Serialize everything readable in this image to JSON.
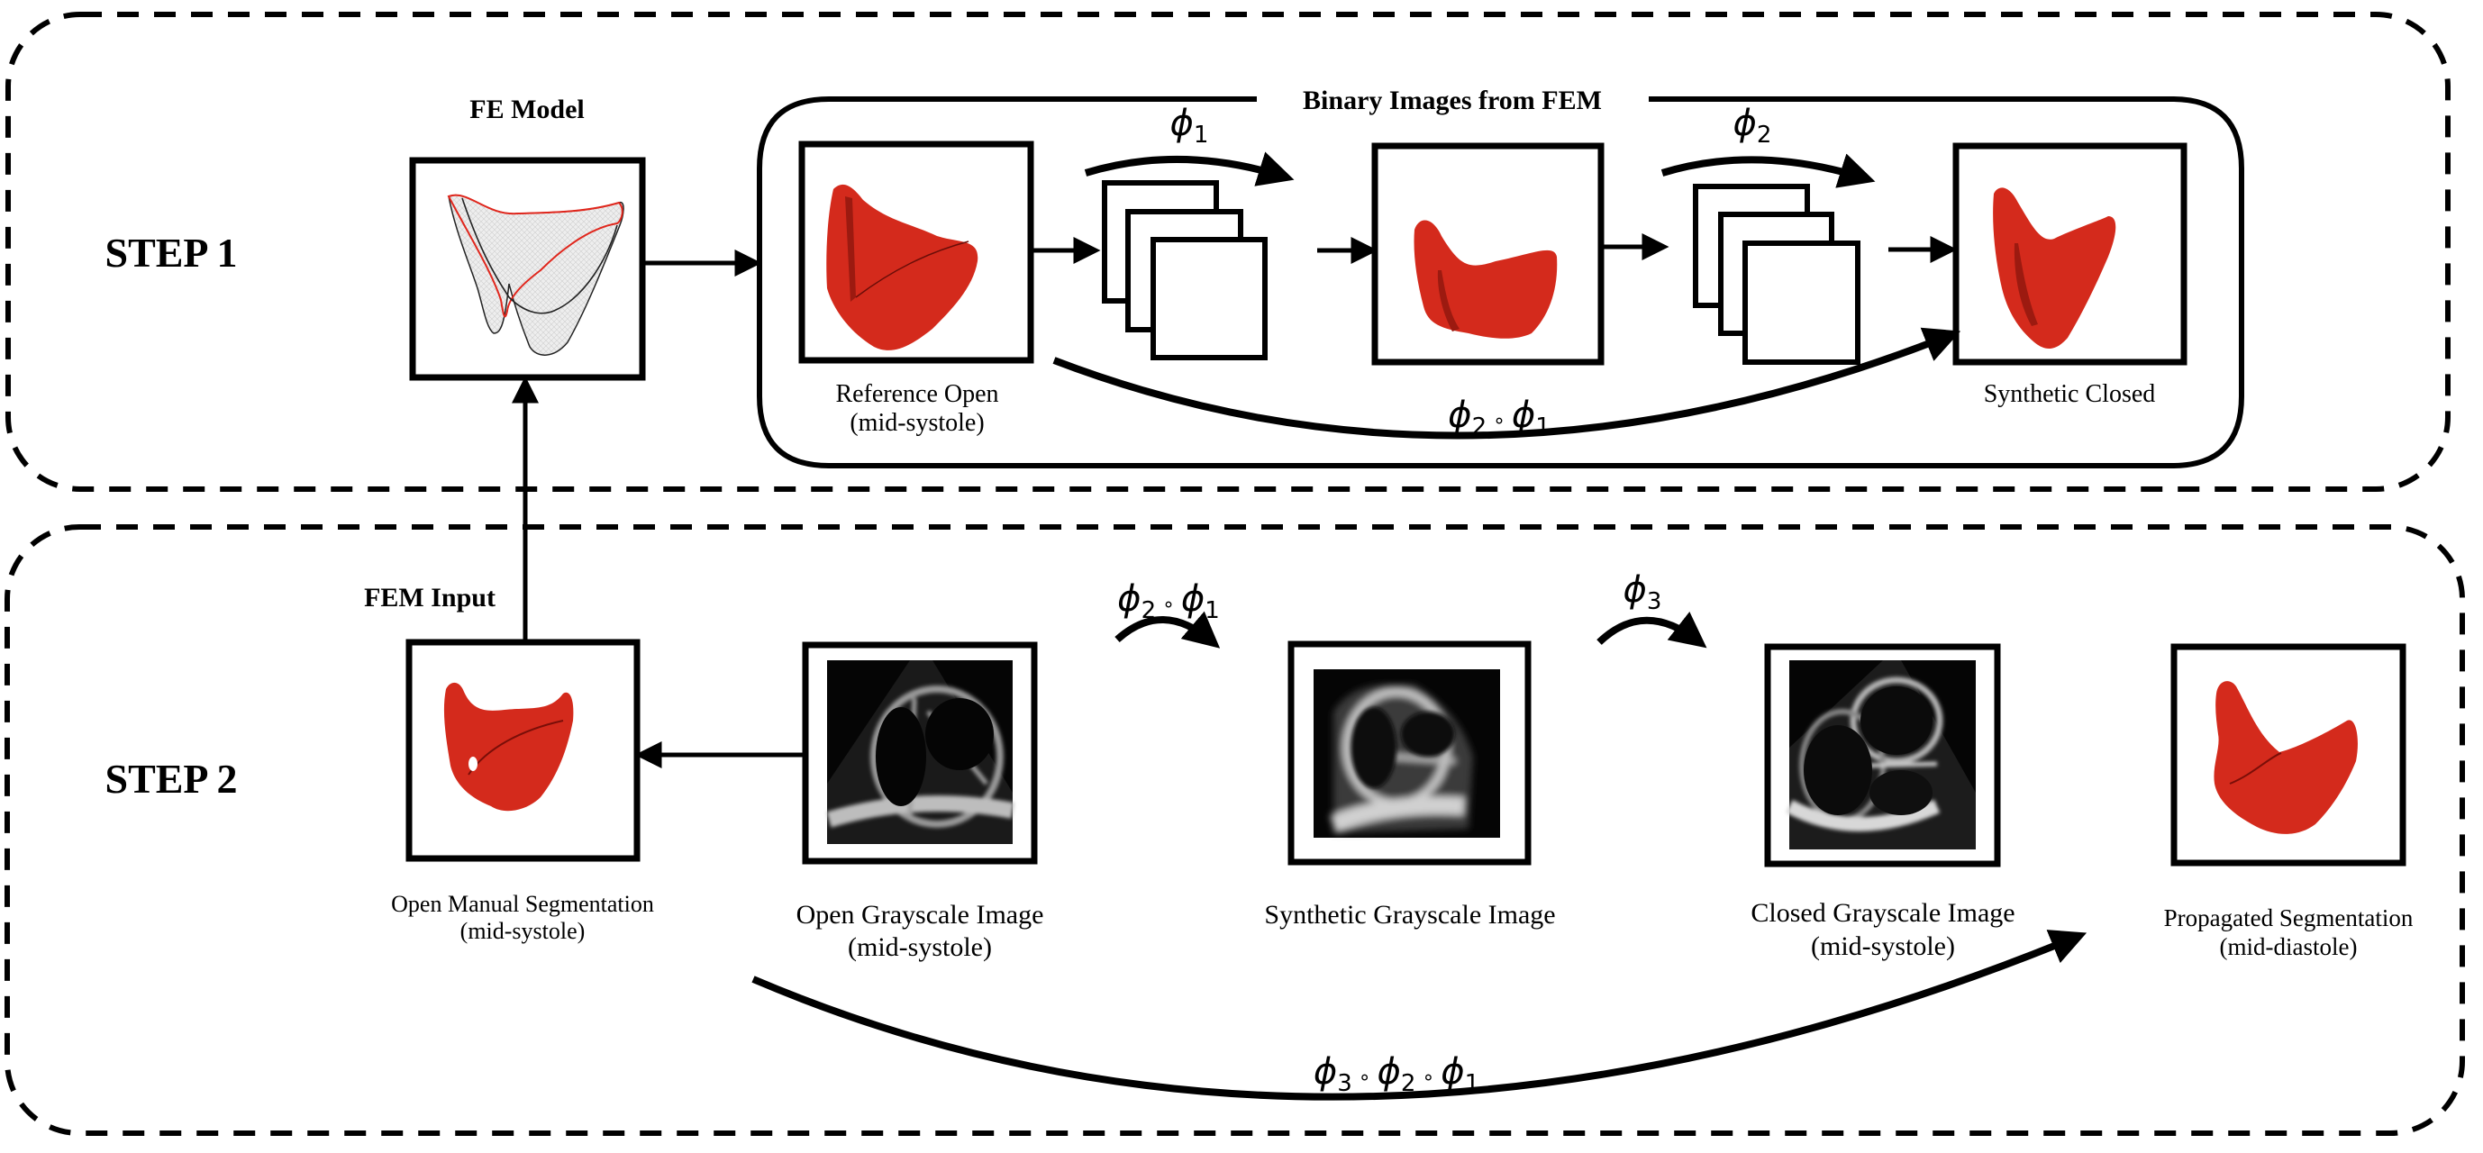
{
  "step1": {
    "label": "STEP 1",
    "fe_model": {
      "title": "FE Model"
    },
    "binary_group": {
      "title": "Binary Images from FEM"
    },
    "reference": {
      "caption_line1": "Reference Open",
      "caption_line2": "(mid-systole)"
    },
    "synthetic_closed": {
      "caption": "Synthetic Closed"
    },
    "transforms": {
      "phi1": {
        "symbol": "ϕ",
        "sub": "1"
      },
      "phi2": {
        "symbol": "ϕ",
        "sub": "2"
      },
      "phi2_phi1": {
        "parts": [
          "ϕ",
          "2",
          " ∘ ",
          "ϕ",
          "1"
        ]
      }
    }
  },
  "step2": {
    "label": "STEP 2",
    "fem_input": {
      "title": "FEM Input"
    },
    "manual_seg": {
      "caption_line1": "Open Manual Segmentation",
      "caption_line2": "(mid-systole)"
    },
    "open_gray": {
      "caption_line1": "Open Grayscale Image",
      "caption_line2": "(mid-systole)"
    },
    "synthetic_gray": {
      "caption_line1": "Synthetic Grayscale Image"
    },
    "closed_gray": {
      "caption_line1": "Closed Grayscale Image",
      "caption_line2": "(mid-systole)"
    },
    "propagated": {
      "caption_line1": "Propagated Segmentation",
      "caption_line2": "(mid-diastole)"
    },
    "transforms": {
      "phi2_phi1": {
        "parts": [
          "ϕ",
          "2",
          " ∘ ",
          "ϕ",
          "1"
        ]
      },
      "phi3": {
        "symbol": "ϕ",
        "sub": "3"
      },
      "phi3_phi2_phi1": {
        "parts": [
          "ϕ",
          "3",
          " ∘ ",
          "ϕ",
          "2",
          " ∘ ",
          "ϕ",
          "1"
        ]
      }
    }
  },
  "colors": {
    "valve_red": "#d42a1c",
    "fe_red_outline": "#e0261c",
    "mesh_gray": "#e6e6e6"
  }
}
